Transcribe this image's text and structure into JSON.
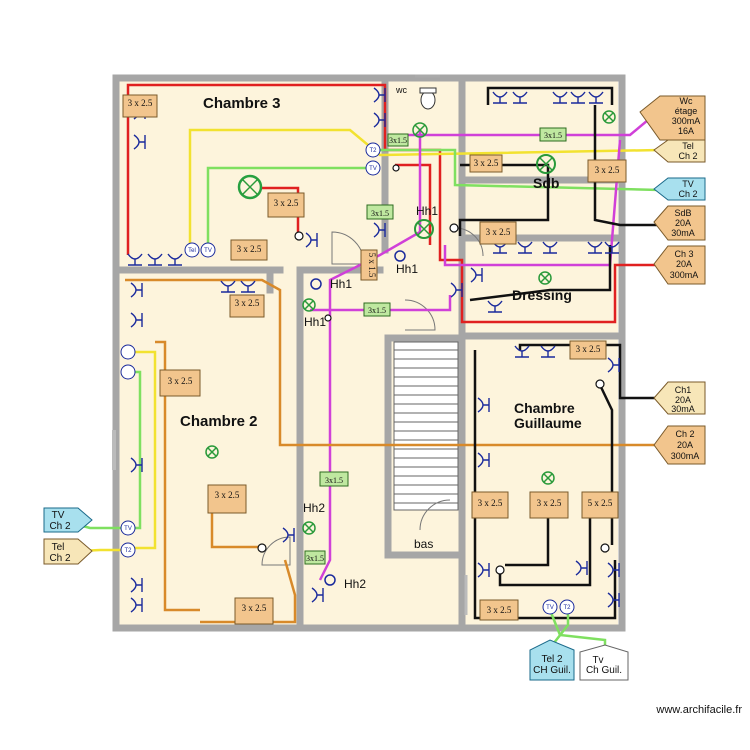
{
  "rooms": {
    "chambre3": "Chambre 3",
    "chambre2": "Chambre 2",
    "sdb": "Sdb",
    "dressing": "Dressing",
    "guillaume_l1": "Chambre",
    "guillaume_l2": "Guillaume",
    "wc": "wc",
    "bas": "bas"
  },
  "cable_tags": {
    "c3_a": "3 x 2.5",
    "c3_b": "3 x 2.5",
    "c3_c": "3 x 2.5",
    "c2_a": "3 x 2.5",
    "c2_b": "3 x 2.5",
    "c2_c": "3 x 2.5",
    "c2_d": "3 x 2.5",
    "sdb_a": "3 x 2.5",
    "sdb_b": "3 x 2.5",
    "dress_a": "3 x 2.5",
    "g_a": "3 x 2.5",
    "g_b": "3 x 2.5",
    "g_c": "3 x 2.5",
    "g_d": "5 x 2.5",
    "g_e": "3 x 2.5",
    "v_tag": "5 x 1.5",
    "sdb_small": "3 x 2.5"
  },
  "green_tags": {
    "t1": "3x1.5",
    "t2": "3x1.5",
    "t3": "3x1.5",
    "t4": "3x1.5",
    "t5": "3x1.5",
    "t6": "3x1.5"
  },
  "light_labels": {
    "hh1_a": "Hh1",
    "hh1_b": "Hh1",
    "hh1_c": "Hh1",
    "hh1_d": "Hh1",
    "hh2_a": "Hh2",
    "hh2_b": "Hh2"
  },
  "outlets": {
    "tel": "Tel",
    "tv": "TV",
    "t2": "T2",
    "tv_short": "TV"
  },
  "panels": {
    "wc_l1": "Wc",
    "wc_l2": "étage",
    "wc_l3": "300mA",
    "wc_l4": "16A",
    "tel_l1": "Tel",
    "tel_l2": "Ch 2",
    "tv_l1": "TV",
    "tv_l2": "Ch 2",
    "sdb_l1": "SdB",
    "sdb_l2": "20A",
    "sdb_l3": "30mA",
    "ch3_l1": "Ch 3",
    "ch3_l2": "20A",
    "ch3_l3": "300mA",
    "ch1_l1": "Ch1",
    "ch1_l2": "20A",
    "ch1_l3": "30mA",
    "ch2_l1": "Ch 2",
    "ch2_l2": "20A",
    "ch2_l3": "300mA",
    "tvl_l1": "TV",
    "tvl_l2": "Ch 2",
    "tell_l1": "Tel",
    "tell_l2": "Ch 2",
    "tel2_l1": "Tel 2",
    "tel2_l2": "CH Guil.",
    "tvg_l1": "Tv",
    "tvg_l2": "Ch Guil."
  },
  "watermark": "www.archifacile.fr",
  "colors": {
    "wall": "#a6a6a6",
    "floor": "#fdf4dc",
    "red": "#e02020",
    "yellow": "#f2e230",
    "green": "#7fe060",
    "magenta": "#d040d8",
    "orange": "#d88a2a",
    "black": "#111111",
    "symbol": "#1a2a9c",
    "panel_tan": "#f2c58d",
    "panel_blue": "#a8e0ee",
    "panel_cream": "#f7e6b8"
  }
}
